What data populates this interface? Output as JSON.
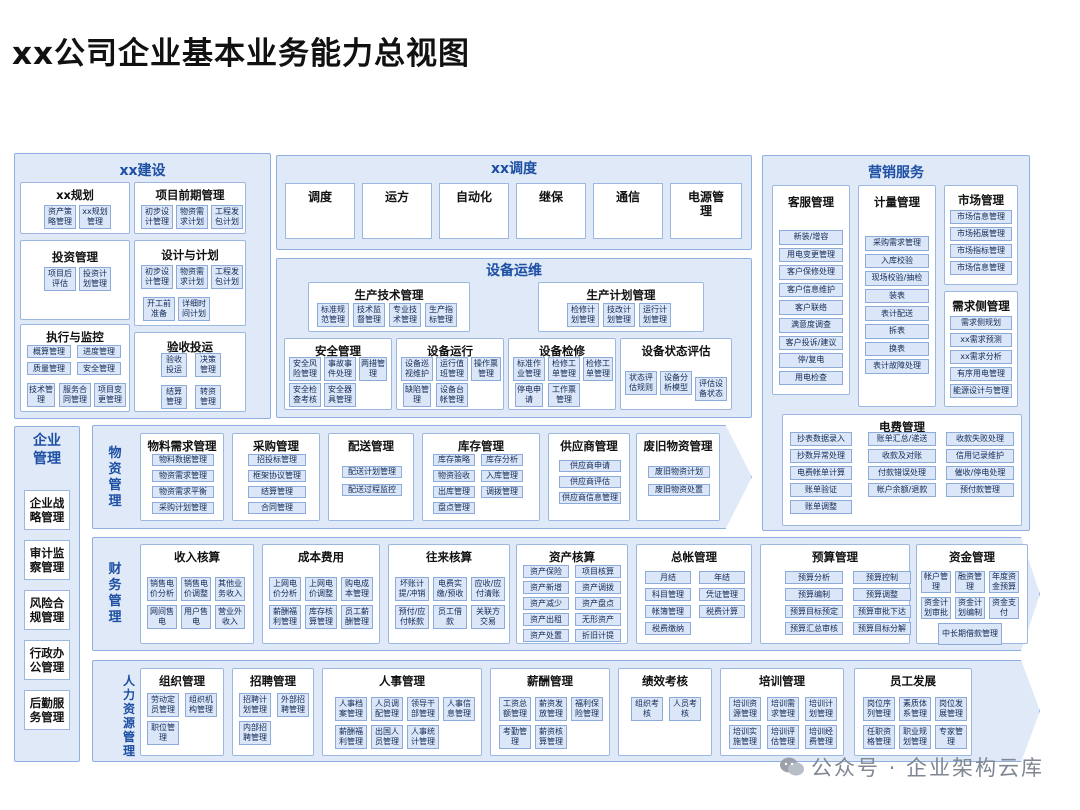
{
  "title": "xx公司企业基本业务能力总视图",
  "watermark": "公众号 · 企业架构云库",
  "jianshe": {
    "title": "xx建设",
    "xxguihua": {
      "title": "xx规划",
      "items": [
        "资产策略管理",
        "xx规划管理"
      ]
    },
    "qianqi": {
      "title": "项目前期管理",
      "items": [
        "初步设计管理",
        "物资需求计划",
        "工程发包计划"
      ]
    },
    "touzi": {
      "title": "投资管理",
      "items": [
        "项目后评估",
        "投资计划管理"
      ]
    },
    "sheji": {
      "title": "设计与计划",
      "items": [
        "初步设计管理",
        "物资需求计划",
        "工程发包计划",
        "开工前准备",
        "详细时间计划"
      ]
    },
    "zhixing": {
      "title": "执行与监控",
      "items": [
        "概算管理",
        "进度管理",
        "质量管理",
        "安全管理",
        "技术管理",
        "服务合同管理",
        "项目变更管理"
      ]
    },
    "yanshou": {
      "title": "验收投运",
      "items": [
        "验收投运",
        "决策管理",
        "结算管理",
        "转资管理"
      ]
    }
  },
  "diaodu": {
    "title": "xx调度",
    "tabs": [
      "调度",
      "运方",
      "自动化",
      "继保",
      "通信",
      "电源管理"
    ]
  },
  "shebei": {
    "title": "设备运维",
    "shengchanjishu": {
      "title": "生产技术管理",
      "items": [
        "标准规范管理",
        "技术监督管理",
        "专业技术管理",
        "生产指标管理"
      ]
    },
    "shengchanjihua": {
      "title": "生产计划管理",
      "items": [
        "检修计划管理",
        "技改计划管理",
        "运行计划管理"
      ]
    },
    "anquan": {
      "title": "安全管理",
      "items": [
        "安全风险管理",
        "事故事件处理",
        "两措管理",
        "安全检查考核",
        "安全器具管理"
      ]
    },
    "yunxing": {
      "title": "设备运行",
      "items": [
        "设备巡视维护",
        "运行值班管理",
        "操作票管理",
        "缺陷管理",
        "设备台帐管理"
      ]
    },
    "jianxiu": {
      "title": "设备检修",
      "items": [
        "标准作业管理",
        "检修工单管理",
        "检修工单管理",
        "停电申请",
        "工作票管理"
      ]
    },
    "zhuangtai": {
      "title": "设备状态评估",
      "items": [
        "状态评估规则",
        "设备分析模型",
        "评估设备状态"
      ]
    }
  },
  "yingxiao": {
    "title": "营销服务",
    "kefu": {
      "title": "客服管理",
      "items": [
        "新装/增容",
        "用电变更管理",
        "客户保修处理",
        "客户信息维护",
        "客户联络",
        "满意度调查",
        "客户投诉/建议",
        "停/复电",
        "用电检查"
      ]
    },
    "jiliang": {
      "title": "计量管理",
      "items": [
        "采购需求管理",
        "入库校验",
        "现场校验/抽检",
        "装表",
        "表计配送",
        "拆表",
        "换表",
        "表计故障处理"
      ]
    },
    "shichang": {
      "title": "市场管理",
      "items": [
        "市场信息管理",
        "市场拓展管理",
        "市场指标管理",
        "市场信息管理"
      ]
    },
    "xuqiu": {
      "title": "需求侧管理",
      "items": [
        "需求侧规划",
        "xx需求预测",
        "xx需求分析",
        "有序用电管理",
        "能源设计与管理"
      ]
    },
    "dianfei": {
      "title": "电费管理",
      "items": [
        "抄表数据录入",
        "账单汇总/递送",
        "收款失败处理",
        "抄数异常处理",
        "收款及对账",
        "信用记录维护",
        "电费帐单计算",
        "付款错误处理",
        "催收/停电处理",
        "账单验证",
        "帐户余额/退款",
        "预付款管理",
        "账单调整"
      ]
    }
  },
  "qiye": {
    "title": "企业管理",
    "items": [
      "企业战略管理",
      "审计监察管理",
      "风险合规管理",
      "行政办公管理",
      "后勤服务管理"
    ]
  },
  "wuzi": {
    "title": "物资管理",
    "xuqiu": {
      "title": "物料需求管理",
      "items": [
        "物料数据管理",
        "物资需求管理",
        "物资需求平衡",
        "采购计划管理"
      ]
    },
    "caigou": {
      "title": "采购管理",
      "items": [
        "招投标管理",
        "框架协议管理",
        "结算管理",
        "合同管理"
      ]
    },
    "peisong": {
      "title": "配送管理",
      "items": [
        "配送计划管理",
        "配送过程监控"
      ]
    },
    "kucun": {
      "title": "库存管理",
      "items": [
        "库存策略",
        "库存分析",
        "物资验收",
        "入库管理",
        "出库管理",
        "调拨管理",
        "盘点管理"
      ]
    },
    "gongying": {
      "title": "供应商管理",
      "items": [
        "供应商申请",
        "供应商评估",
        "供应商信息管理"
      ]
    },
    "feijiu": {
      "title": "废旧物资管理",
      "items": [
        "废旧物资计划",
        "废旧物资处置"
      ]
    }
  },
  "caiwu": {
    "title": "财务管理",
    "shouru": {
      "title": "收入核算",
      "items": [
        "销售电价分析",
        "销售电价调整",
        "其他业务收入",
        "网间售电",
        "用户售电",
        "营业外收入"
      ]
    },
    "chengben": {
      "title": "成本费用",
      "items": [
        "上网电价分析",
        "上网电价调整",
        "购电成本管理",
        "薪酬福利管理",
        "库存核算管理",
        "员工薪酬管理"
      ]
    },
    "wanglai": {
      "title": "往来核算",
      "items": [
        "坏账计提/冲销",
        "电费实缴/预收",
        "应收/应付清账",
        "预付/应付帐款",
        "员工借款",
        "关联方交易"
      ]
    },
    "zichan": {
      "title": "资产核算",
      "items": [
        "资产保险",
        "项目核算",
        "资产新增",
        "资产调拨",
        "资产减少",
        "资产盘点",
        "资产出租",
        "无形资产",
        "资产处置",
        "折旧计提"
      ]
    },
    "zongzhang": {
      "title": "总帐管理",
      "items": [
        "月结",
        "年结",
        "科目管理",
        "凭证管理",
        "帐簿管理",
        "税费计算",
        "税费缴纳"
      ]
    },
    "yusuan": {
      "title": "预算管理",
      "items": [
        "预算分析",
        "预算控制",
        "预算编制",
        "预算调整",
        "预算目标预定",
        "预算审批下达",
        "预算汇总审核",
        "预算目标分解"
      ]
    },
    "zijin": {
      "title": "资金管理",
      "items": [
        "帐户管理",
        "融资管理",
        "年度资金预算",
        "资金计划审批",
        "资金计划编制",
        "资金支付",
        "中长期借款管理"
      ]
    }
  },
  "renli": {
    "title": "人力资源管理",
    "zuzhi": {
      "title": "组织管理",
      "items": [
        "劳动定员管理",
        "组织机构管理",
        "职位管理"
      ]
    },
    "zhaopin": {
      "title": "招聘管理",
      "items": [
        "招聘计划管理",
        "外部招聘管理",
        "内部招聘管理"
      ]
    },
    "renshi": {
      "title": "人事管理",
      "items": [
        "人事档案管理",
        "人员调配管理",
        "领导干部管理",
        "人事信息管理",
        "薪酬福利管理",
        "出国人员管理",
        "人事统计管理"
      ]
    },
    "xinchou": {
      "title": "薪酬管理",
      "items": [
        "工资总额管理",
        "薪资发放管理",
        "福利保险管理",
        "考勤管理",
        "薪资核算管理"
      ]
    },
    "jixiao": {
      "title": "绩效考核",
      "items": [
        "组织考核",
        "人员考核"
      ]
    },
    "peixun": {
      "title": "培训管理",
      "items": [
        "培训资源管理",
        "培训需求管理",
        "培训计划管理",
        "培训实施管理",
        "培训评估管理",
        "培训经费管理"
      ]
    },
    "fazhan": {
      "title": "员工发展",
      "items": [
        "岗位序列管理",
        "素质体系管理",
        "岗位发展管理",
        "任职资格管理",
        "职业规划管理",
        "专家管理"
      ]
    }
  }
}
